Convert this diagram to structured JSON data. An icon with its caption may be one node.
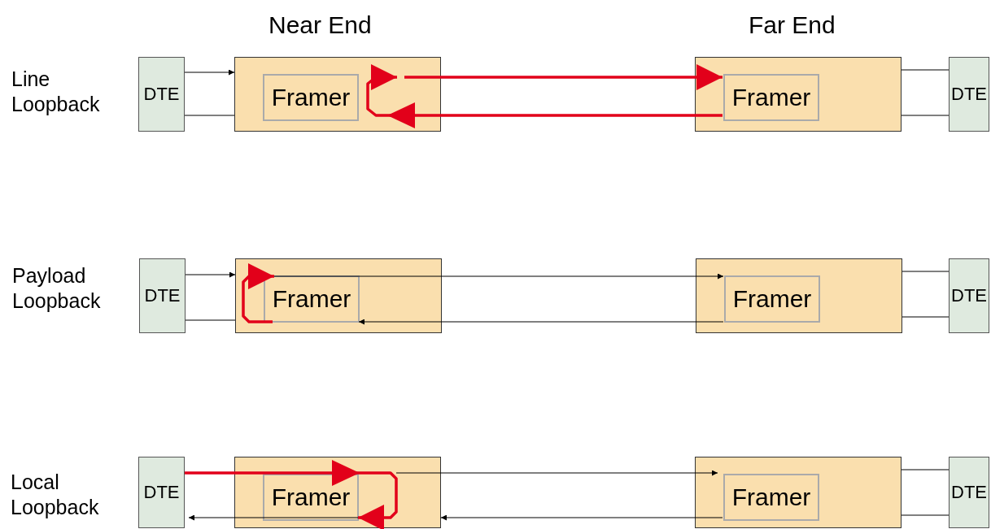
{
  "diagram": {
    "nodes": [
      {
        "text": [
          "DTE"
        ]
      },
      {
        "text": [],
        "shape": "box"
      },
      {
        "text": [
          "Framer"
        ],
        "in": 1
      },
      {
        "text": [],
        "shape": "box"
      },
      {
        "text": [
          "Framer"
        ],
        "in": 3
      },
      {
        "text": [
          "DTE"
        ]
      },
      {
        "text": [
          "DTE"
        ]
      },
      {
        "text": [],
        "shape": "box"
      },
      {
        "text": [
          "Framer"
        ],
        "in": 7
      },
      {
        "text": [],
        "shape": "box"
      },
      {
        "text": [
          "Framer"
        ],
        "in": 9
      },
      {
        "text": [
          "DTE"
        ]
      },
      {
        "text": [
          "DTE"
        ]
      },
      {
        "text": [],
        "shape": "box"
      },
      {
        "text": [
          "Framer"
        ],
        "in": 13
      },
      {
        "text": [],
        "shape": "box"
      },
      {
        "text": [
          "Framer"
        ],
        "in": 15
      },
      {
        "text": [
          "DTE"
        ]
      }
    ],
    "edges": [
      {
        "from": 0,
        "to": 1,
        "arrow": "to"
      },
      {
        "from": 1,
        "to": 0,
        "arrow": "none"
      },
      {
        "from": 1,
        "to": 4,
        "arrow": "to",
        "style": "thick",
        "color": "#e2001a"
      },
      {
        "from": 4,
        "to": 1,
        "arrow": "to",
        "style": "thick",
        "color": "#e2001a"
      },
      {
        "from": 3,
        "to": 5,
        "arrow": "none"
      },
      {
        "from": 3,
        "to": 5,
        "arrow": "none"
      },
      {
        "from": 6,
        "to": 7,
        "arrow": "to"
      },
      {
        "from": 7,
        "to": 6,
        "arrow": "none"
      },
      {
        "from": 8,
        "to": 10,
        "arrow": "to"
      },
      {
        "from": 10,
        "to": 8,
        "arrow": "to"
      },
      {
        "from": 8,
        "to": 8,
        "arrow": "to",
        "style": "thick",
        "color": "#e2001a"
      },
      {
        "from": 9,
        "to": 11,
        "arrow": "none"
      },
      {
        "from": 9,
        "to": 11,
        "arrow": "none"
      },
      {
        "from": 12,
        "to": 14,
        "arrow": "to",
        "style": "thick",
        "color": "#e2001a"
      },
      {
        "from": 13,
        "to": 16,
        "arrow": "to"
      },
      {
        "from": 16,
        "to": 13,
        "arrow": "to"
      },
      {
        "from": 14,
        "to": 12,
        "arrow": "to"
      },
      {
        "from": 15,
        "to": 17,
        "arrow": "none"
      },
      {
        "from": 15,
        "to": 17,
        "arrow": "none"
      }
    ],
    "labels": [
      "Near End",
      "Far End",
      "Line Loopback",
      "Payload Loopback",
      "Local Loopback"
    ]
  }
}
